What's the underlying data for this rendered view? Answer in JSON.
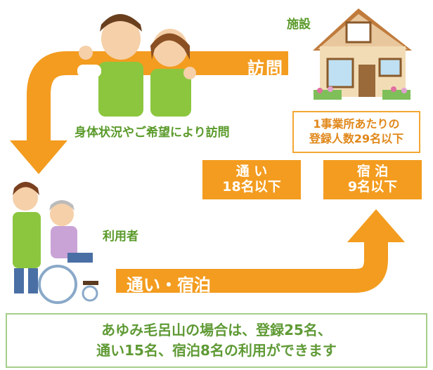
{
  "facility_label": "施設",
  "visit_label": "訪問",
  "visit_note": "身体状況やご希望により訪問",
  "capacity_note": {
    "line1": "1事業所あたりの",
    "line2": "登録人数29名以下"
  },
  "day_service": {
    "title": "通 い",
    "limit": "18名以下"
  },
  "overnight": {
    "title": "宿 泊",
    "limit": "9名以下"
  },
  "user_label": "利用者",
  "commute_label": "通い・宿泊",
  "summary": {
    "line1": "あゆみ毛呂山の場合は、登録25名、",
    "line2": "通い15名、宿泊8名の利用ができます"
  },
  "colors": {
    "arrow": "#f39c1f",
    "green_text": "#5a9a2a",
    "summary_border": "#a6cf8a"
  }
}
